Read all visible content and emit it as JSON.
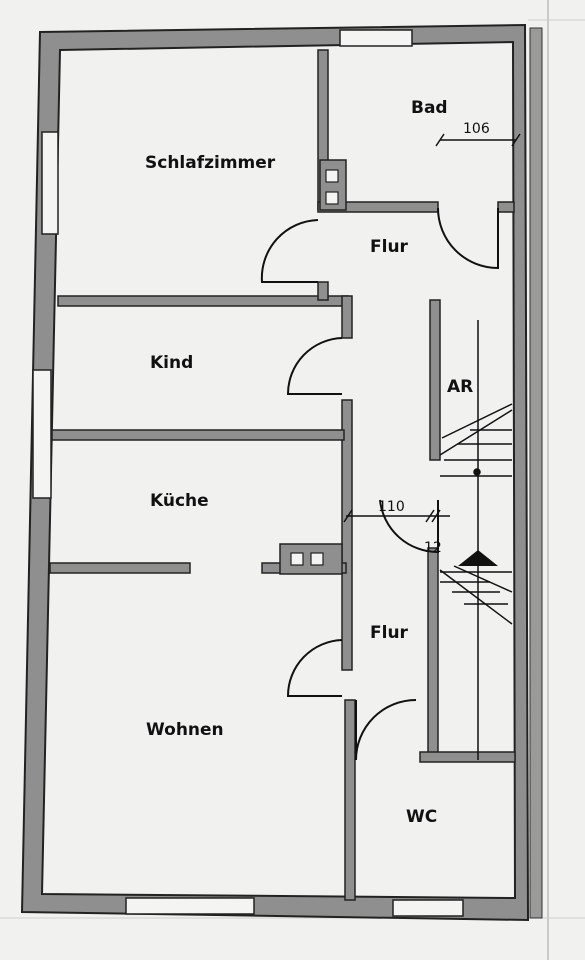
{
  "rooms": {
    "schlafzimmer": "Schlafzimmer",
    "bad": "Bad",
    "flur_upper": "Flur",
    "kind": "Kind",
    "ar": "AR",
    "kueche": "Küche",
    "flur_lower": "Flur",
    "wohnen": "Wohnen",
    "wc": "WC"
  },
  "dimensions": {
    "bad_width": "106",
    "passage_width": "110",
    "stair_number": "12"
  },
  "colors": {
    "wall_fill": "#8f8f8f",
    "wall_outline": "#222222",
    "paper": "#f2f2f0",
    "line": "#111111"
  }
}
